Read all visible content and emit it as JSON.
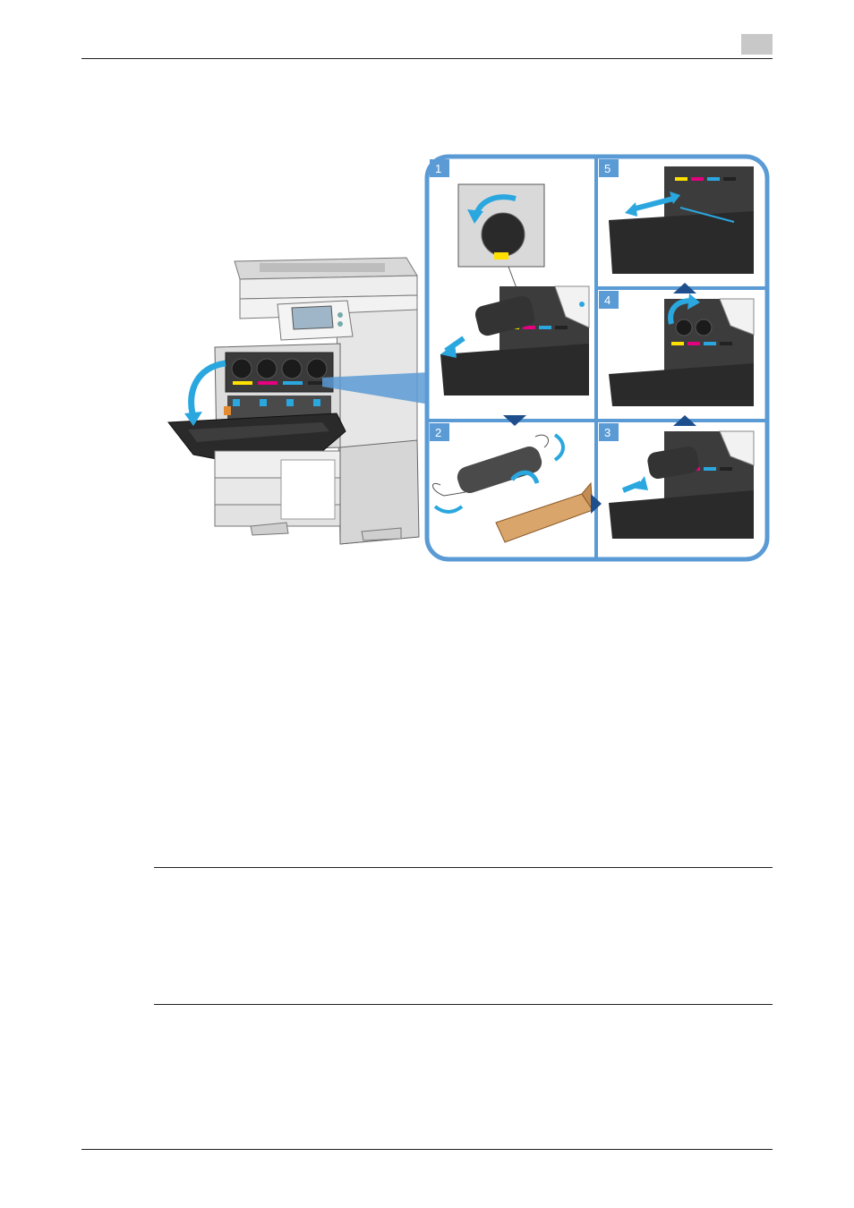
{
  "header": {
    "page_number": ""
  },
  "illustration": {
    "steps": [
      "1",
      "2",
      "3",
      "4",
      "5"
    ],
    "colors": {
      "frame": "#5b9bd5",
      "arrow": "#1f4e8c",
      "cyan": "#2aa7df",
      "magenta": "#e4007f",
      "yellow": "#ffe100",
      "black": "#222222",
      "machine_light": "#e6e6e6",
      "machine_mid": "#bfbfbf",
      "box": "#d9a56a"
    }
  },
  "footer": {}
}
